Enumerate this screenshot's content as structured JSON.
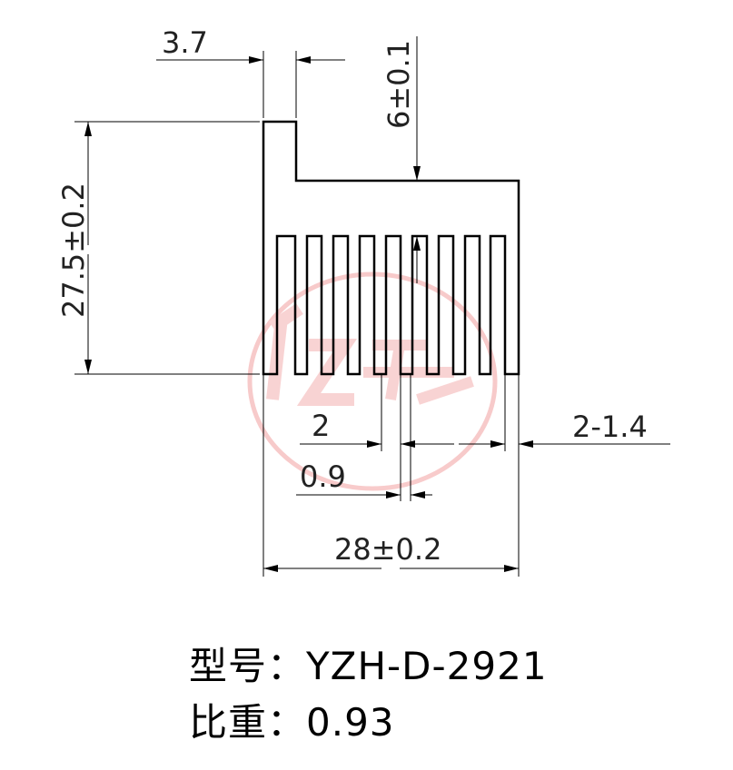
{
  "drawing": {
    "dimensions": {
      "top_width": "3.7",
      "top_gap": "6±0.1",
      "height": "27.5±0.2",
      "fin_pitch": "2",
      "fin_gap": "0.9",
      "fin_tip": "2-1.4",
      "total_width": "28±0.2"
    },
    "watermark_color": "#f2a0a0",
    "outline_color": "#000000"
  },
  "info": {
    "model_label": "型号：",
    "model_value": "YZH-D-2921",
    "density_label": "比重：",
    "density_value": "0.93"
  }
}
